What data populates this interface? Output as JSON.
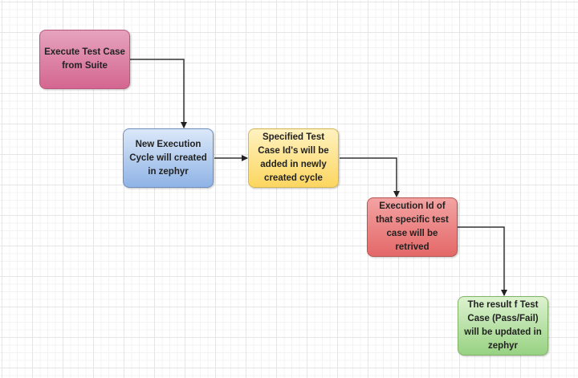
{
  "nodes": [
    {
      "label": "Execute Test Case from Suite",
      "color": "#d46690"
    },
    {
      "label": "New Execution Cycle will created in zephyr",
      "color": "#8fb3e6"
    },
    {
      "label": "Specified Test Case Id's will be added in newly created cycle",
      "color": "#fcd660"
    },
    {
      "label": "Execution Id of that specific test case will be retrived",
      "color": "#e46868"
    },
    {
      "label": "The result f Test Case (Pass/Fail) will be updated in zephyr",
      "color": "#98d283"
    }
  ]
}
